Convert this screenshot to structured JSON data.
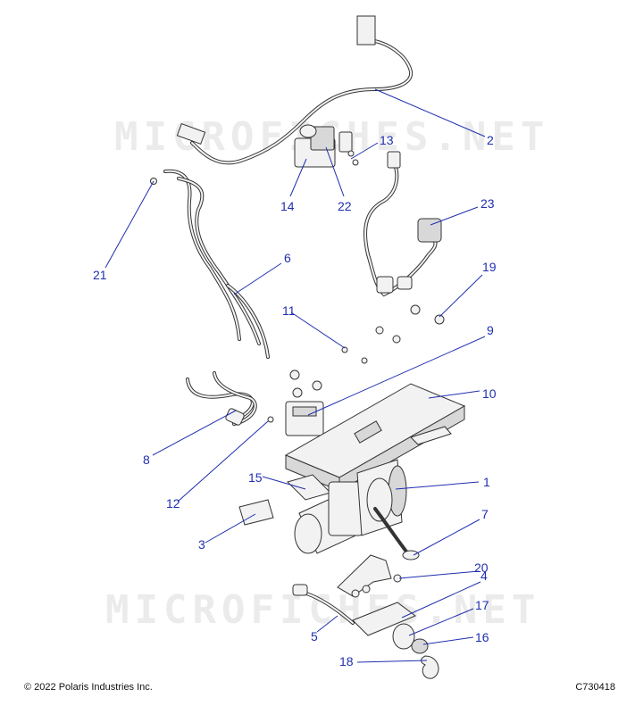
{
  "watermark": "MICROFICHES.NET",
  "copyright": "© 2022 Polaris Industries Inc.",
  "diagram_code": "C730418",
  "callouts": [
    {
      "id": "1",
      "label": "1"
    },
    {
      "id": "2",
      "label": "2"
    },
    {
      "id": "3",
      "label": "3"
    },
    {
      "id": "4",
      "label": "4"
    },
    {
      "id": "5",
      "label": "5"
    },
    {
      "id": "6",
      "label": "6"
    },
    {
      "id": "7",
      "label": "7"
    },
    {
      "id": "8",
      "label": "8"
    },
    {
      "id": "9",
      "label": "9"
    },
    {
      "id": "10",
      "label": "10"
    },
    {
      "id": "11",
      "label": "11"
    },
    {
      "id": "12",
      "label": "12"
    },
    {
      "id": "13",
      "label": "13"
    },
    {
      "id": "14",
      "label": "14"
    },
    {
      "id": "15",
      "label": "15"
    },
    {
      "id": "16",
      "label": "16"
    },
    {
      "id": "17",
      "label": "17"
    },
    {
      "id": "18",
      "label": "18"
    },
    {
      "id": "19",
      "label": "19"
    },
    {
      "id": "20",
      "label": "20"
    },
    {
      "id": "21",
      "label": "21"
    },
    {
      "id": "22",
      "label": "22"
    },
    {
      "id": "23",
      "label": "23"
    }
  ],
  "colors": {
    "callout": "#1f2fb0",
    "line": "#333333",
    "watermark": "#ebebeb"
  }
}
